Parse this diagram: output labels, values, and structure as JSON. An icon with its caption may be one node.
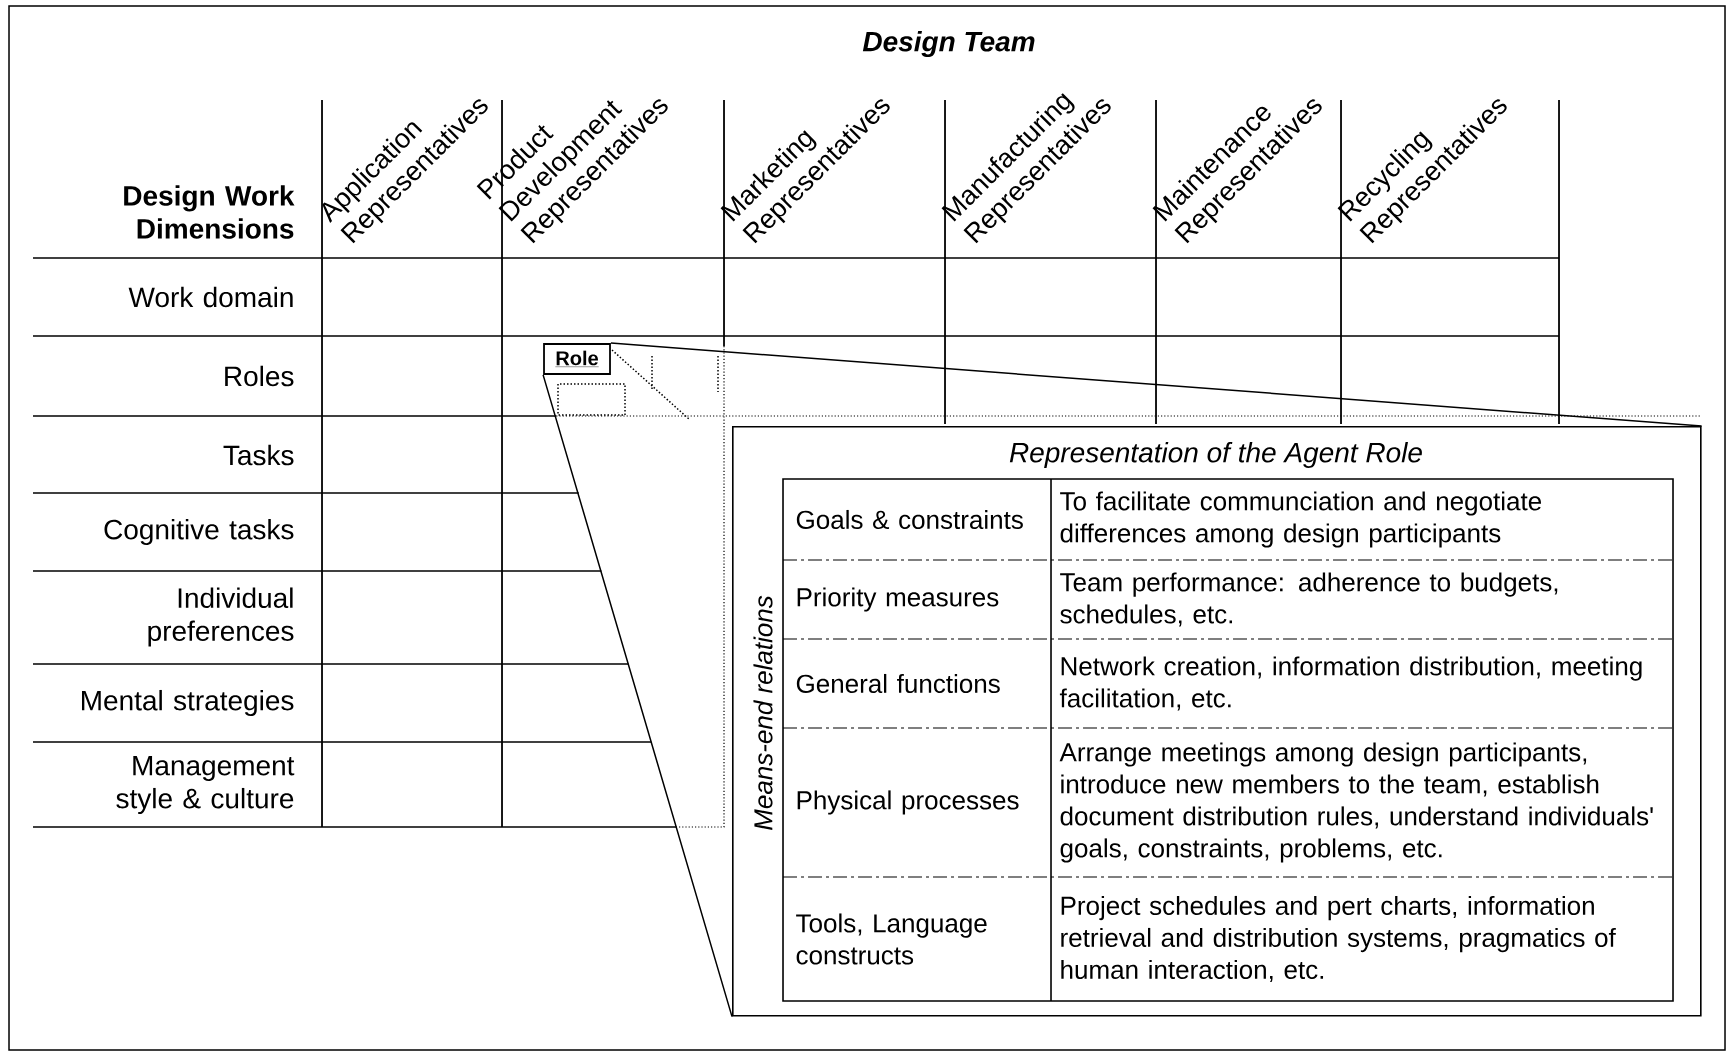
{
  "diagram": {
    "title": "Design Team",
    "nodes": [
      {
        "text": [
          "Role"
        ]
      },
      {
        "text": [
          "Representation of the Agent Role",
          "Means-end relations"
        ]
      }
    ],
    "edges": [
      {
        "from": 0,
        "to": 1,
        "arrow": "none"
      }
    ],
    "labels": [
      "Design Work Dimensions",
      "Application Representatives",
      "Product Development Representatives",
      "Marketing Representatives",
      "Manufacturing Representatives",
      "Maintenance Representatives",
      "Recycling Representatives",
      "Work domain",
      "Roles",
      "Tasks",
      "Cognitive tasks",
      "Individual preferences",
      "Mental strategies",
      "Management style & culture",
      "Goals & constraints",
      "To facilitate communciation and negotiate differences among design participants",
      "Priority measures",
      "Team performance: adherence to budgets, schedules, etc.",
      "General functions",
      "Network creation, information distribution, meeting facilitation, etc.",
      "Physical processes",
      "Arrange meetings among design participants, introduce new members to the team, establish document distribution rules, understand individuals' goals, constraints, problems, etc.",
      "Tools, Language constructs",
      "Project schedules and pert charts, information retrieval and distribution systems, pragmatics of human interaction, etc."
    ]
  }
}
